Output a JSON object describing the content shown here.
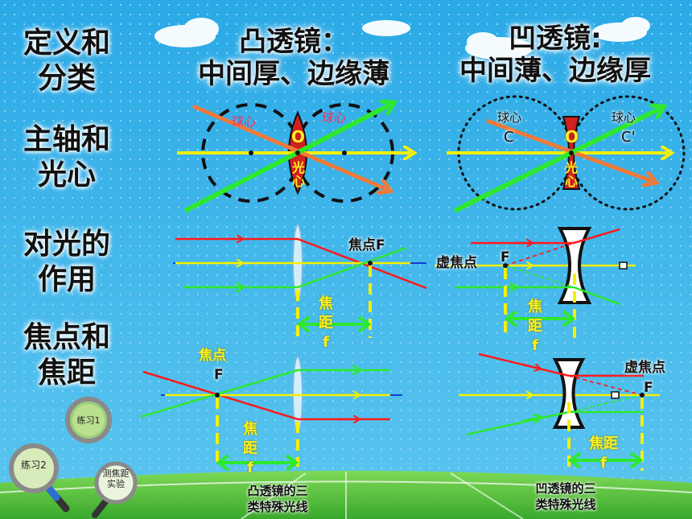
{
  "rows": {
    "definition": "定义和\n分类",
    "axis": "主轴和\n光心",
    "effect": "对光的\n作用",
    "focus": "焦点和\n焦距"
  },
  "convex": {
    "heading": "凸透镜：\n中间厚、边缘薄",
    "sphere_center_left": "球心",
    "sphere_center_right": "球心",
    "center_letter": "O",
    "optical_center": "光\n心",
    "focal_point_label": "焦点F",
    "focal_length_label": "焦\n距\nf",
    "focus_label": "焦点",
    "f_letter": "F",
    "focal_length_label_2": "焦\n距\nf",
    "caption": "凸透镜的三\n类特殊光线"
  },
  "concave": {
    "heading": "凹透镜:\n中间薄、边缘厚",
    "sphere_center_left": "球心",
    "sphere_center_right": "球心",
    "c_left": "C",
    "c_right": "C'",
    "center_letter": "O",
    "optical_center": "光\n心",
    "virtual_focus_label": "虚焦点",
    "f_letter": "F",
    "focal_length_label": "焦\n距\nf",
    "virtual_focus_label_2": "虚焦点",
    "f_letter_2": "F",
    "focal_length_label_2": "焦距\nf",
    "caption": "凹透镜的三\n类特殊光线"
  },
  "buttons": {
    "practice1": "练习1",
    "practice2": "练习2",
    "experiment": "测焦距\n实验"
  },
  "colors": {
    "sky": "#2fb0ea",
    "grass": "#5cc83c",
    "ray_yellow": "#f5f000",
    "ray_green": "#2ee82e",
    "ray_red": "#ff1a1a",
    "ray_orange": "#f07a3a",
    "axis_blue": "#1040d0"
  }
}
